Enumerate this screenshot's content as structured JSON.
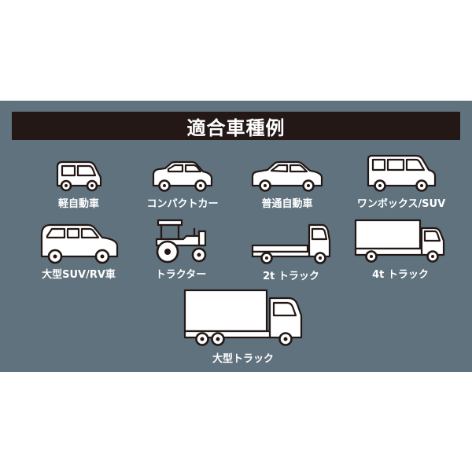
{
  "header": {
    "title": "適合車種例"
  },
  "vehicles": [
    {
      "label": "軽自動車",
      "icon": "kei-car-icon"
    },
    {
      "label": "コンパクトカー",
      "icon": "compact-car-icon"
    },
    {
      "label": "普通自動車",
      "icon": "sedan-car-icon"
    },
    {
      "label": "ワンボックス/SUV",
      "icon": "minivan-icon"
    },
    {
      "label": "大型SUV/RV車",
      "icon": "large-suv-icon"
    },
    {
      "label": "トラクター",
      "icon": "tractor-icon"
    },
    {
      "label": "2t トラック",
      "icon": "truck-2t-icon"
    },
    {
      "label": "4t トラック",
      "icon": "truck-4t-icon"
    },
    {
      "label": "大型トラック",
      "icon": "large-truck-icon"
    }
  ],
  "colors": {
    "panel": "#5f727d",
    "banner": "#231815",
    "text": "#ffffff"
  }
}
